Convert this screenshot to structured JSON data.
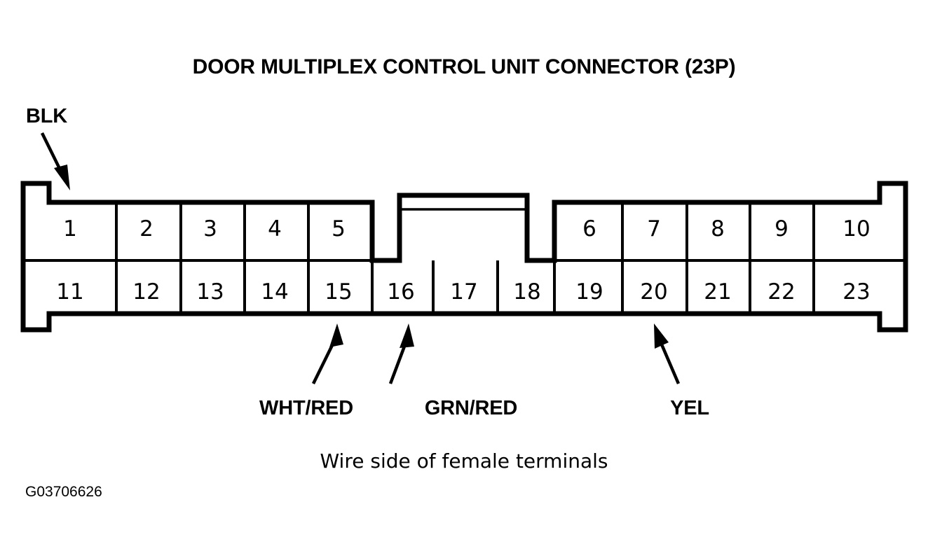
{
  "title": "DOOR MULTIPLEX CONTROL UNIT CONNECTOR (23P)",
  "caption": "Wire side of female terminals",
  "figure_code": "G03706626",
  "colors": {
    "ink": "#000000",
    "background": "#ffffff"
  },
  "connector": {
    "name": "Door Multiplex Control Unit Connector",
    "pin_count": "23P",
    "view": "Wire side of female terminals",
    "rows": [
      {
        "row": "top",
        "pins": [
          "1",
          "2",
          "3",
          "4",
          "5",
          "6",
          "7",
          "8",
          "9",
          "10"
        ]
      },
      {
        "row": "bottom",
        "pins": [
          "11",
          "12",
          "13",
          "14",
          "15",
          "16",
          "17",
          "18",
          "19",
          "20",
          "21",
          "22",
          "23"
        ]
      }
    ],
    "center_key_label": "center-keying-notch"
  },
  "wire_callouts": [
    {
      "label": "BLK",
      "target_pin": "1",
      "position": "top-left",
      "arrow": "down-right"
    },
    {
      "label": "WHT/RED",
      "target_pin": "15",
      "position": "bottom",
      "arrow": "up-right"
    },
    {
      "label": "GRN/RED",
      "target_pin": "16",
      "position": "bottom",
      "arrow": "up-right"
    },
    {
      "label": "YEL",
      "target_pin": "20",
      "position": "bottom-right",
      "arrow": "up-left"
    }
  ]
}
